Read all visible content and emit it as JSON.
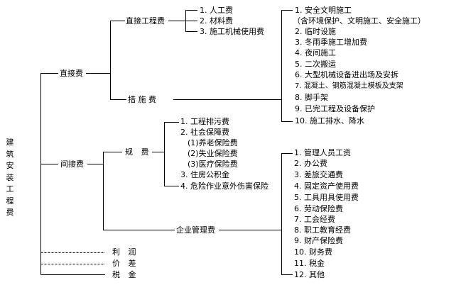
{
  "root": {
    "title": "建筑安装工程费",
    "chars": [
      "建",
      "筑",
      "安",
      "装",
      "工",
      "程",
      "费"
    ]
  },
  "level1": {
    "direct": "直接费",
    "indirect": "间接费",
    "profit": "利 润",
    "price_diff": "价 差",
    "tax": "税 金"
  },
  "direct": {
    "engineering": "直接工程费",
    "measures": "措 施 费",
    "engineering_items": [
      "1. 人工费",
      "2. 材料费",
      "3. 施工机械使用费"
    ],
    "measure_items": [
      "1. 安全文明施工",
      "（含环境保护、文明施工、安全施工）",
      "2. 临时设施",
      "3. 冬雨季施工增加费",
      "4. 夜间施工",
      "5. 二次搬运",
      "6. 大型机械设备进出场及安拆",
      "7. 混凝土、钢筋混凝土模板及支架",
      "8. 脚手架",
      "9. 已完工程及设备保护",
      "10. 施工排水、降水"
    ]
  },
  "indirect": {
    "fees": "规 费",
    "enterprise": "企业管理费",
    "fee_items": [
      "1. 工程排污费",
      "2. 社会保障费",
      "(1)养老保险费",
      "(2)失业保险费",
      "(3)医疗保险费",
      "3. 住房公积金",
      "4. 危险作业意外伤害保险"
    ],
    "enterprise_items": [
      "1. 管理人员工资",
      "2. 办公费",
      "3. 差旅交通费",
      "4. 固定资产使用费",
      "5. 工具用具使用费",
      "6. 劳动保险费",
      "7. 工会经费",
      "8. 职工教育经费",
      "9. 财产保险费",
      "10. 财务费",
      "11. 税金",
      "12. 其他"
    ]
  }
}
